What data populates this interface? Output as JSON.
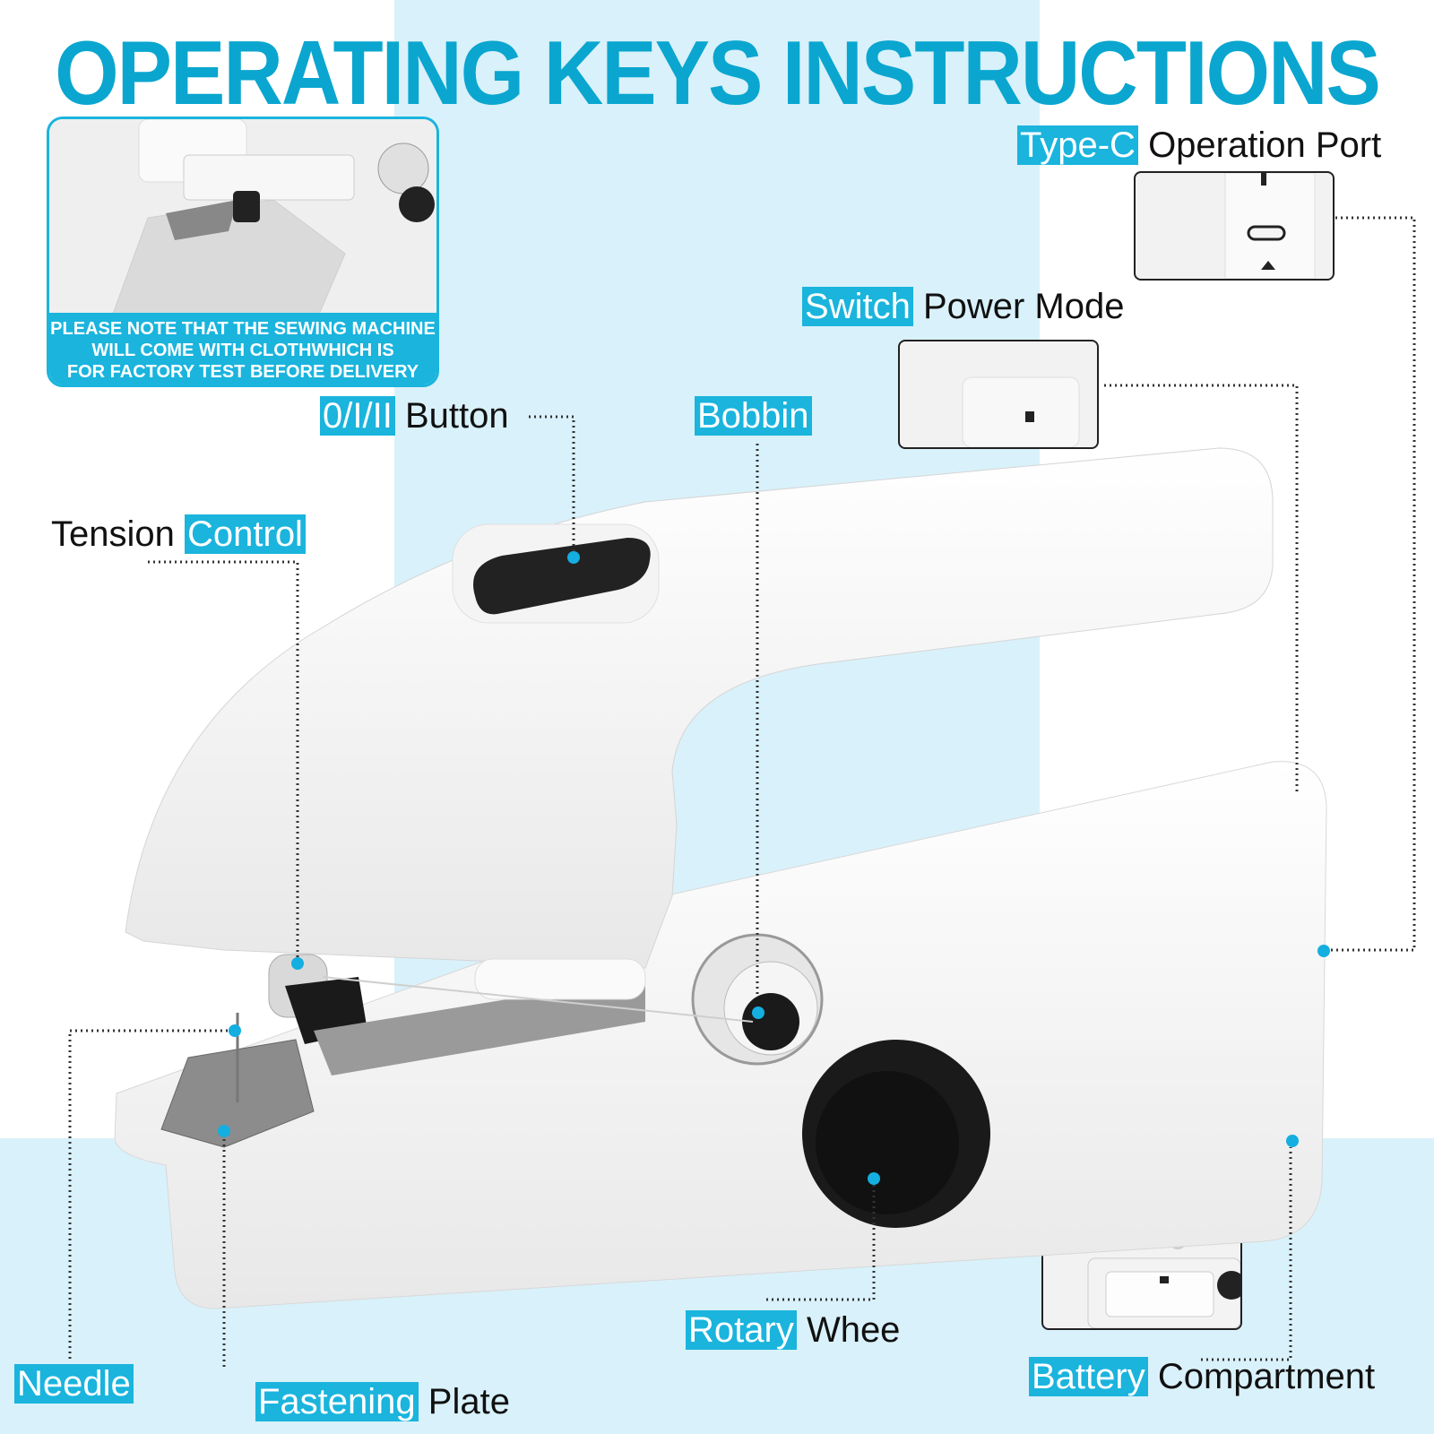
{
  "title": "OPERATING KEYS INSTRUCTIONS",
  "note": {
    "line1": "PLEASE NOTE THAT THE SEWING MACHINE",
    "line2": "WILL COME WITH CLOTHWHICH IS",
    "line3": "FOR FACTORY TEST BEFORE DELIVERY"
  },
  "callouts": {
    "type_c": {
      "highlight": "Type-C",
      "rest": "Operation Port"
    },
    "switch": {
      "highlight": "Switch",
      "rest": "Power Mode"
    },
    "button": {
      "highlight": "0/I/II",
      "rest": "Button"
    },
    "bobbin": {
      "highlight": "Bobbin",
      "rest": ""
    },
    "tension": {
      "lead": "Tension",
      "highlight": "Control"
    },
    "rotary": {
      "highlight": "Rotary",
      "rest": "Whee"
    },
    "battery": {
      "highlight": "Battery",
      "rest": "Compartment"
    },
    "needle": {
      "highlight": "Needle",
      "rest": ""
    },
    "fastening": {
      "highlight": "Fastening",
      "rest": "Plate"
    }
  },
  "colors": {
    "accent": "#1ab4dd",
    "title": "#0aa6cf",
    "background_tint": "#d9f1fa"
  }
}
